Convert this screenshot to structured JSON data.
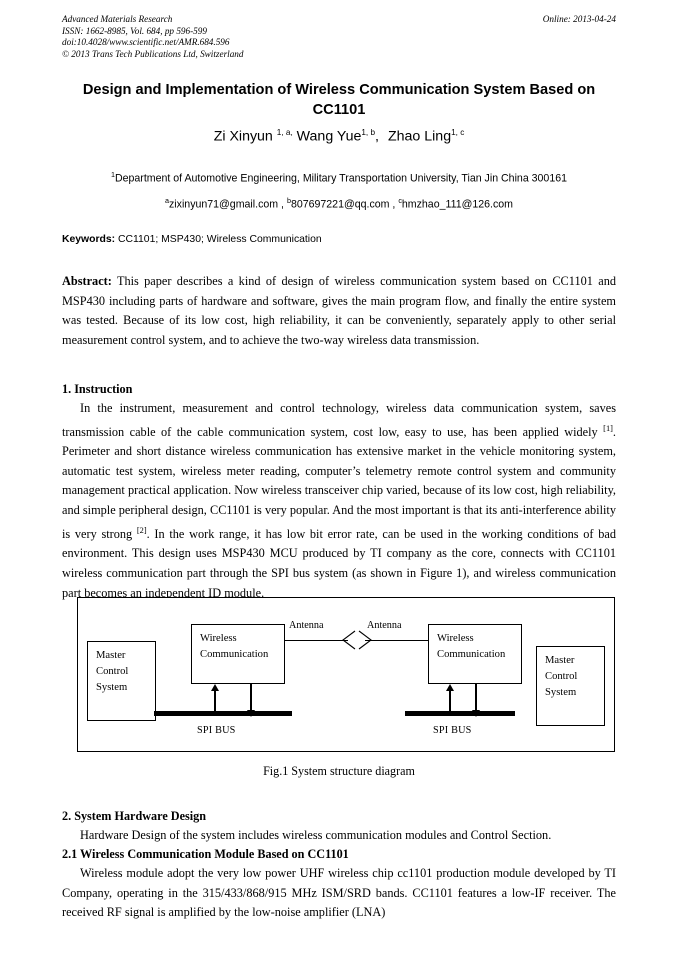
{
  "journal_header": {
    "left_lines": [
      "Advanced Materials Research",
      "ISSN: 1662-8985, Vol. 684, pp 596-599",
      "doi:10.4028/www.scientific.net/AMR.684.596",
      "© 2013 Trans Tech Publications Ltd, Switzerland"
    ],
    "online_date": "Online: 2013-04-24"
  },
  "title": "Design and Implementation of Wireless Communication System Based on CC1101",
  "authors": {
    "author1_name": "Zi Xinyun ",
    "author1_sup": "1, a,",
    "author2_name": "Wang Yue",
    "author2_sup": "1, b",
    "comma": ",",
    "author3_name": "Zhao Ling",
    "author3_sup": "1, c"
  },
  "affiliation": {
    "marker": "1",
    "text": "Department of Automotive Engineering, Military Transportation University, Tian Jin China 300161"
  },
  "emails": {
    "a_marker": "a",
    "email_a": "zixinyun71@gmail.com ,",
    "b_marker": "b",
    "email_b": "807697221@qq.com ,",
    "c_marker": "c",
    "email_c": "hmzhao_111@126.com"
  },
  "keywords": {
    "label": "Keywords:",
    "value": "CC1101; MSP430; Wireless Communication"
  },
  "abstract": {
    "label": "Abstract:",
    "text": "This paper describes a kind of design of wireless communication system based on CC1101 and MSP430 including parts of hardware and software, gives the main program flow, and finally the entire system was tested. Because of its low cost, high reliability, it can be conveniently, separately apply to other serial measurement control system, and to achieve the two-way wireless data transmission."
  },
  "section1": {
    "heading": "1. Instruction",
    "part1": "In the instrument, measurement and control technology, wireless data communication system, saves transmission cable of the cable communication system, cost low, easy to use, has been applied widely ",
    "ref1": "[1]",
    "part2": ". Perimeter and short distance wireless communication has extensive market in the vehicle monitoring system, automatic test system, wireless meter reading, computer’s telemetry remote control system and community management practical application. Now wireless transceiver chip varied, because of its low cost, high reliability, and simple peripheral design, CC1101 is very popular. And the most important is that its anti-interference ability is very strong ",
    "ref2": "[2]",
    "part3": ". In the work range, it has low bit error rate, can be used in the working conditions of bad environment. This design uses MSP430 MCU produced by TI company as the core, connects with CC1101 wireless communication part through the SPI bus system (as shown in Figure 1), and wireless communication part becomes an independent ID module."
  },
  "figure": {
    "caption": "Fig.1 System structure diagram",
    "nodes": {
      "master_left": [
        "Master",
        "Control",
        "System"
      ],
      "wireless_left": [
        "Wireless",
        "Communication"
      ],
      "wireless_right": [
        "Wireless",
        "Communication"
      ],
      "master_right": [
        "Master",
        "Control",
        "System"
      ]
    },
    "antenna_left_label": "Antenna",
    "antenna_right_label": "Antenna",
    "bus_left_label": "SPI BUS",
    "bus_right_label": "SPI BUS"
  },
  "section2": {
    "heading": "2. System Hardware Design",
    "text": "Hardware Design of the system includes wireless communication modules and Control Section."
  },
  "section21": {
    "heading": "2.1 Wireless Communication Module Based on CC1101",
    "text": "Wireless module adopt the very low power UHF wireless chip cc1101 production module developed by TI Company, operating in the 315/433/868/915 MHz ISM/SRD bands. CC1101 features a low-IF receiver. The received RF signal is amplified by the low-noise amplifier (LNA)"
  },
  "colors": {
    "page_background": "#ffffff",
    "text": "#000000",
    "diagram_stroke": "#000000"
  }
}
